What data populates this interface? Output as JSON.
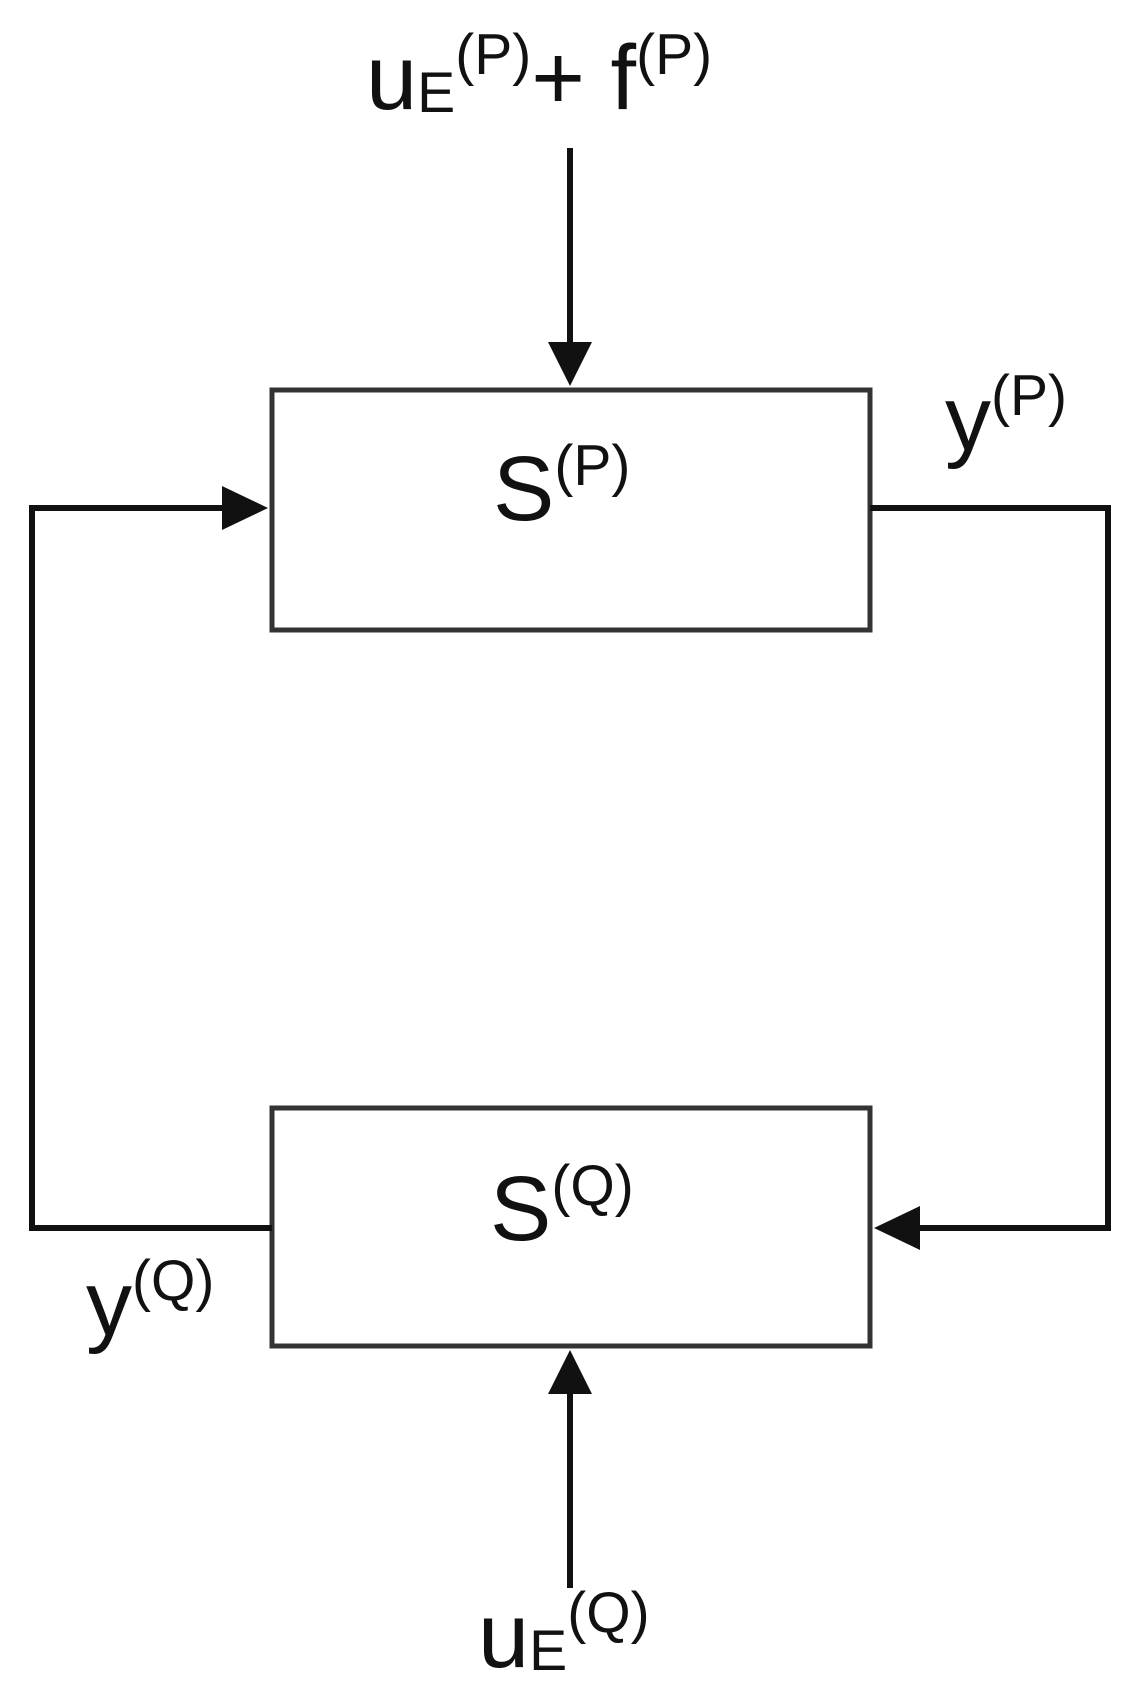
{
  "blocks": {
    "top": {
      "symbol": "S",
      "superscript": "(P)"
    },
    "bottom": {
      "symbol": "S",
      "superscript": "(Q)"
    }
  },
  "inputs": {
    "top": {
      "term1_symbol": "u",
      "term1_subscript": "E",
      "term1_superscript": "(P)",
      "operator": "+",
      "term2_symbol": "f",
      "term2_superscript": "(P)"
    },
    "bottom": {
      "symbol": "u",
      "subscript": "E",
      "superscript": "(Q)"
    }
  },
  "outputs": {
    "right": {
      "symbol": "y",
      "superscript": "(P)"
    },
    "left": {
      "symbol": "y",
      "superscript": "(Q)"
    }
  },
  "colors": {
    "stroke": "#111111",
    "block_border": "#333333",
    "background": "#ffffff"
  }
}
